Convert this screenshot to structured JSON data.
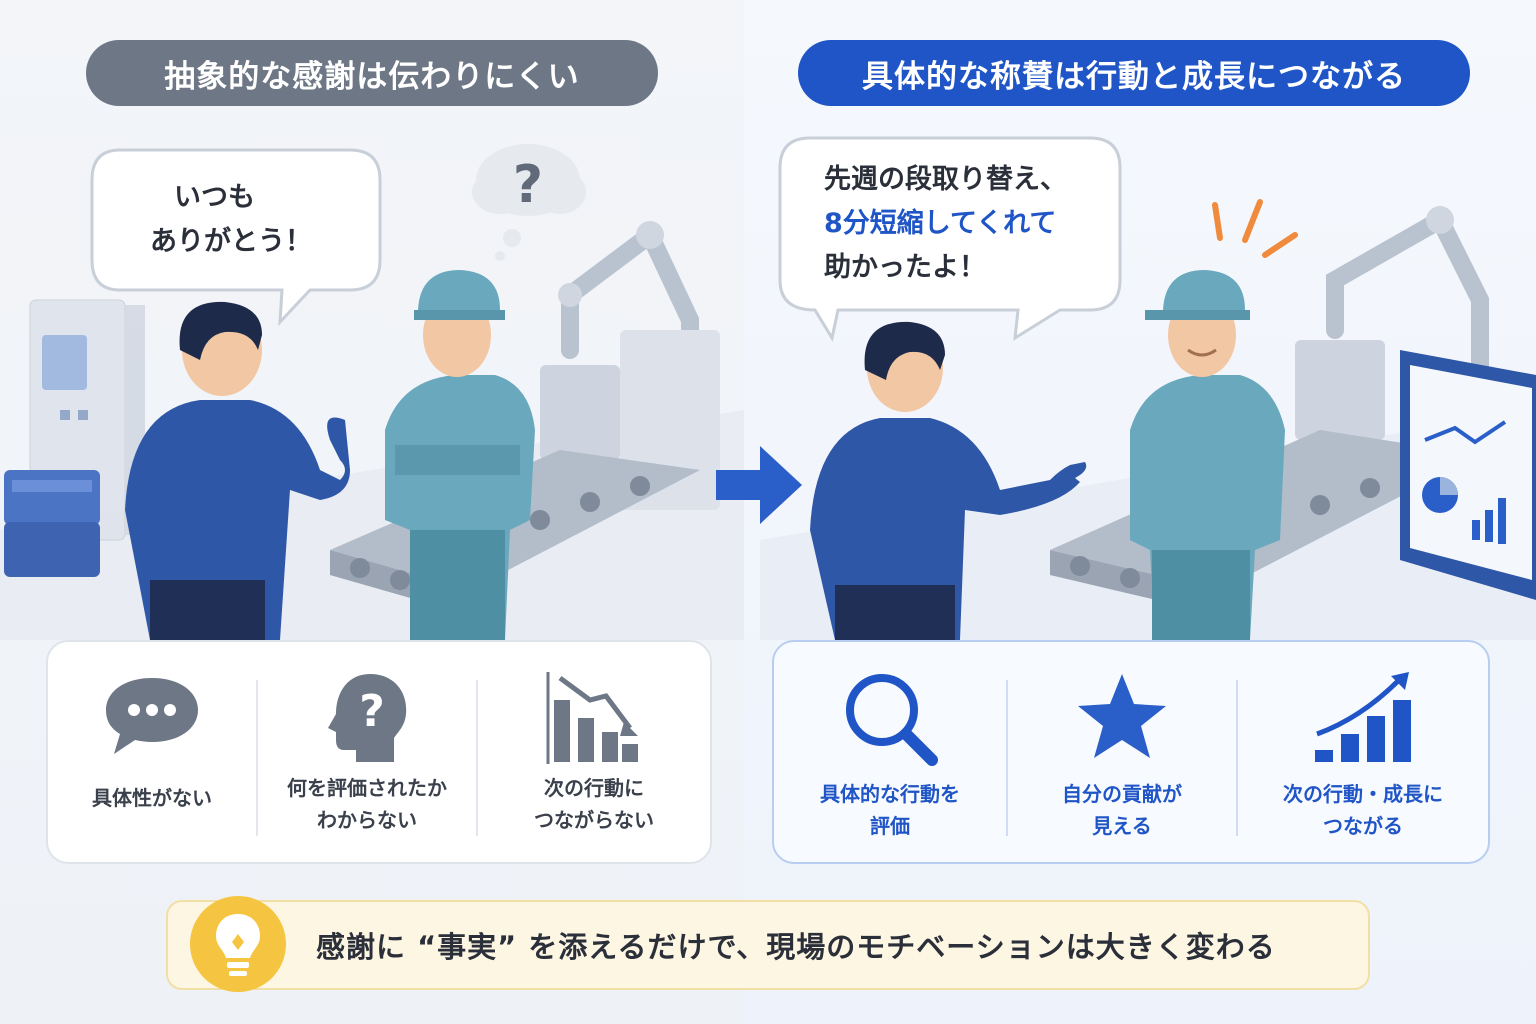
{
  "left": {
    "heading": "抽象的な感謝は伝わりにくい",
    "bubble_lines": [
      "いつも",
      "ありがとう！"
    ],
    "problems": [
      {
        "icon": "speech-dots-icon",
        "label": "具体性がない"
      },
      {
        "icon": "head-question-icon",
        "label": "何を評価されたか\nわからない"
      },
      {
        "icon": "chart-decline-icon",
        "label": "次の行動に\nつながらない"
      }
    ]
  },
  "right": {
    "heading": "具体的な称賛は行動と成長につながる",
    "bubble_lines": [
      "先週の段取り替え、",
      "8分短縮してくれて",
      "助かったよ！"
    ],
    "benefits": [
      {
        "icon": "magnifier-icon",
        "label": "具体的な行動を\n評価"
      },
      {
        "icon": "star-icon",
        "label": "自分の貢献が\n見える"
      },
      {
        "icon": "chart-growth-icon",
        "label": "次の行動・成長に\nつながる"
      }
    ]
  },
  "footer": {
    "icon": "lightbulb-icon",
    "text": "感謝に “事実” を添えるだけで、現場のモチベーションは大きく変わる"
  },
  "colors": {
    "gray_accent": "#6e7785",
    "blue_accent": "#1f55c6",
    "footer_bg": "#fdf6e2",
    "bulb": "#f5c542"
  }
}
